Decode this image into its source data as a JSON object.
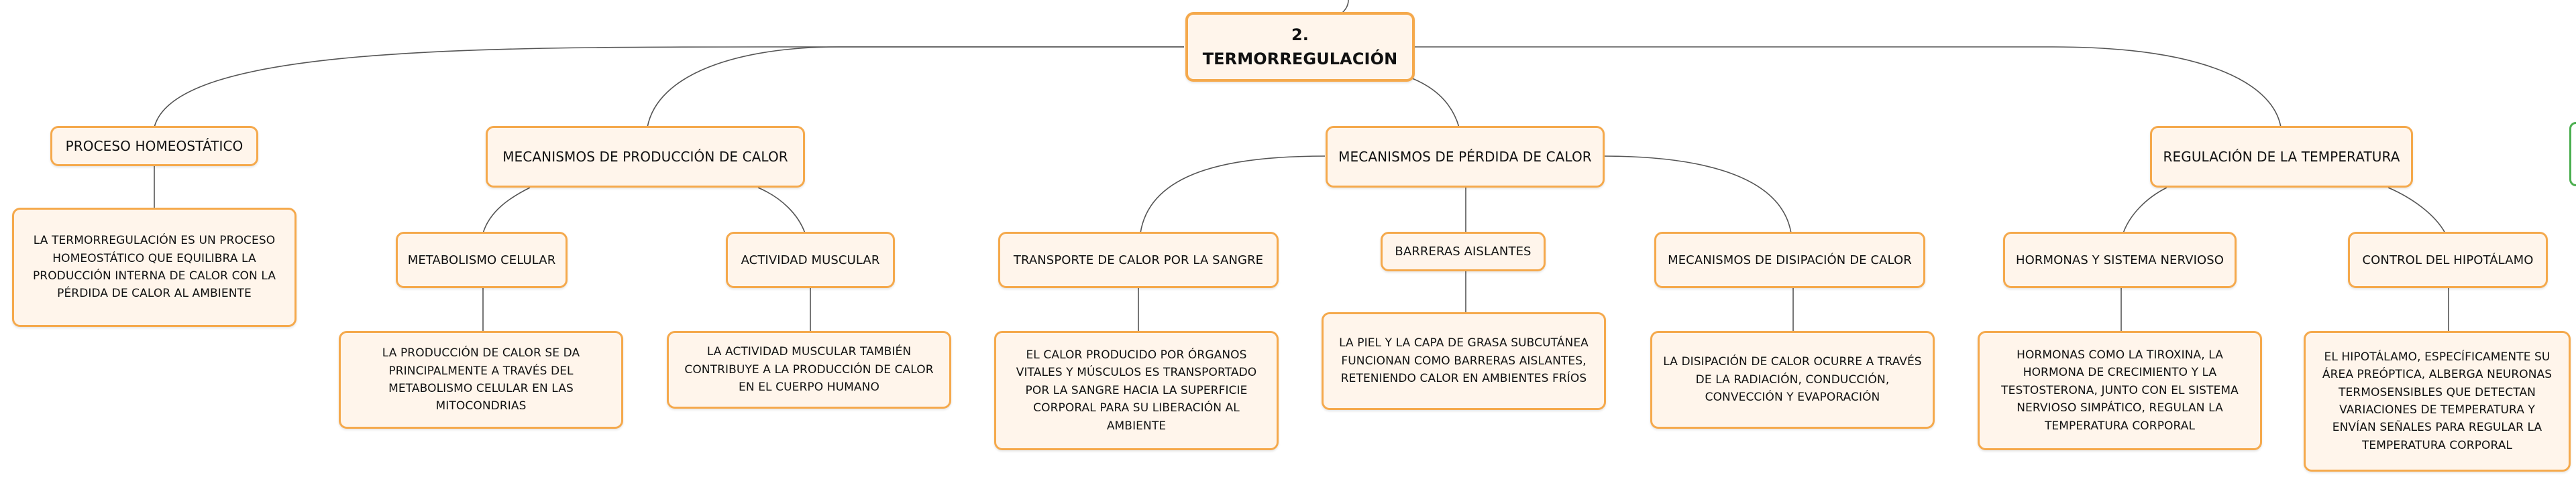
{
  "root": {
    "label": "2. TERMORREGULACIÓN"
  },
  "branches": [
    {
      "label": "PROCESO HOMEOSTÁTICO",
      "description": "LA TERMORREGULACIÓN ES UN PROCESO HOMEOSTÁTICO QUE EQUILIBRA LA PRODUCCIÓN INTERNA DE CALOR CON LA PÉRDIDA DE CALOR AL AMBIENTE"
    },
    {
      "label": "MECANISMOS DE PRODUCCIÓN DE CALOR",
      "children": [
        {
          "label": "METABOLISMO CELULAR",
          "description": "LA PRODUCCIÓN DE CALOR SE DA PRINCIPALMENTE A TRAVÉS DEL METABOLISMO CELULAR EN LAS MITOCONDRIAS"
        },
        {
          "label": "ACTIVIDAD MUSCULAR",
          "description": "LA ACTIVIDAD MUSCULAR TAMBIÉN CONTRIBUYE A LA PRODUCCIÓN DE CALOR EN EL CUERPO HUMANO"
        }
      ]
    },
    {
      "label": "MECANISMOS DE PÉRDIDA DE CALOR",
      "children": [
        {
          "label": "TRANSPORTE DE CALOR POR LA SANGRE",
          "description": "EL CALOR PRODUCIDO POR ÓRGANOS VITALES Y MÚSCULOS ES TRANSPORTADO POR LA SANGRE HACIA LA SUPERFICIE CORPORAL PARA SU LIBERACIÓN AL AMBIENTE"
        },
        {
          "label": "BARRERAS AISLANTES",
          "description": "LA PIEL Y LA CAPA DE GRASA SUBCUTÁNEA FUNCIONAN COMO BARRERAS AISLANTES, RETENIENDO CALOR EN AMBIENTES FRÍOS"
        },
        {
          "label": "MECANISMOS DE DISIPACIÓN DE CALOR",
          "description": "LA DISIPACIÓN DE CALOR OCURRE A TRAVÉS DE LA RADIACIÓN, CONDUCCIÓN, CONVECCIÓN Y EVAPORACIÓN"
        }
      ]
    },
    {
      "label": "REGULACIÓN DE LA TEMPERATURA",
      "children": [
        {
          "label": "HORMONAS Y SISTEMA NERVIOSO",
          "description": "HORMONAS COMO LA TIROXINA, LA HORMONA DE CRECIMIENTO Y LA TESTOSTERONA, JUNTO CON EL SISTEMA NERVIOSO SIMPÁTICO, REGULAN LA TEMPERATURA CORPORAL"
        },
        {
          "label": "CONTROL DEL HIPOTÁLAMO",
          "description": "EL HIPOTÁLAMO, ESPECÍFICAMENTE SU ÁREA PREÓPTICA, ALBERGA NEURONAS TERMOSENSIBLES QUE DETECTAN VARIACIONES DE TEMPERATURA Y ENVÍAN SEÑALES PARA REGULAR LA TEMPERATURA CORPORAL"
        }
      ]
    }
  ],
  "colors": {
    "node_fill": "#fff5eb",
    "node_border": "#f5a94c",
    "connector": "#555555",
    "side_tab_border": "#4caf50"
  }
}
